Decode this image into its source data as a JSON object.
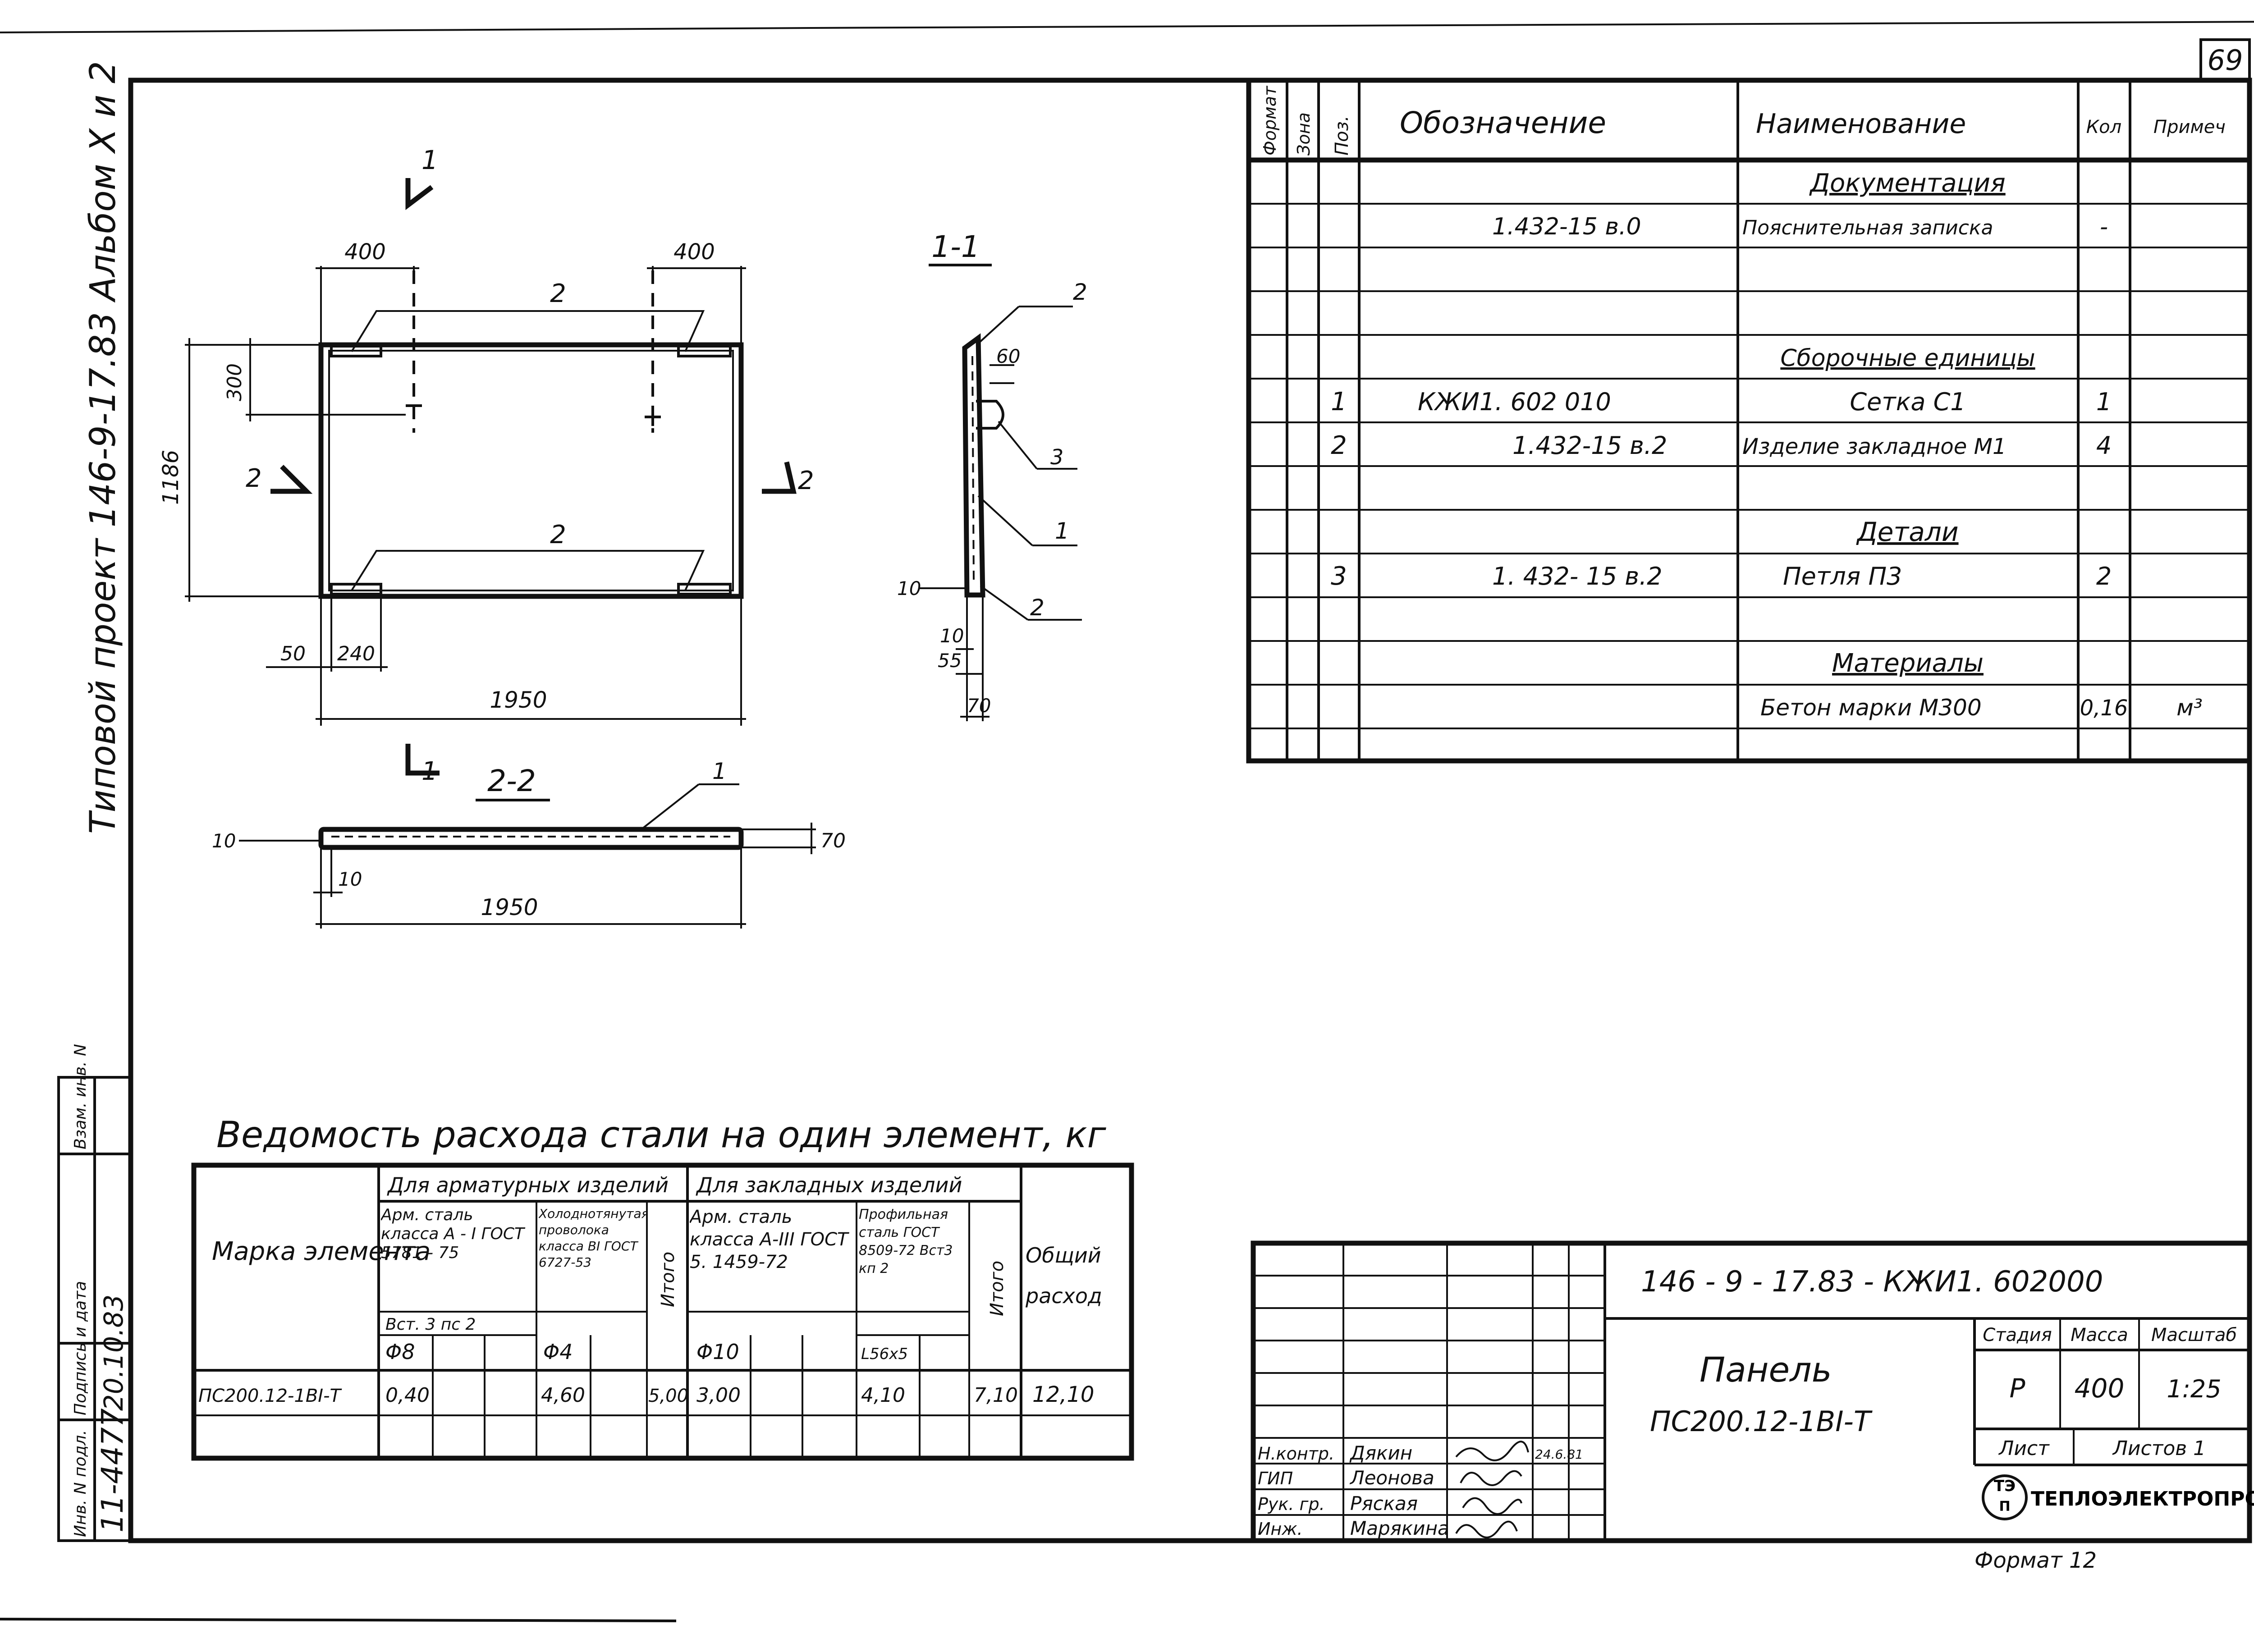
{
  "sheet": {
    "sheet_number": "69",
    "side_album": "Типовой проект 146-9-17.83 Альбом X и 2",
    "side_stamp": {
      "col1": "Инв. N подл.",
      "col2": "Подпись и дата",
      "col3": "Взам. инв. N",
      "inv_number": "11-4477",
      "sign_date": "20.10.83"
    },
    "format_note": "Формат 12"
  },
  "drawings": {
    "plan": {
      "section_mark_top": "1",
      "section_mark_bottom": "1",
      "section_mark_left": "2",
      "section_mark_right": "2",
      "dims": {
        "top_left": "400",
        "top_right": "400",
        "left_300": "300",
        "height": "1186",
        "bottom_50": "50",
        "bottom_240": "240",
        "width": "1950"
      },
      "callout_top": "2",
      "callout_bottom": "2"
    },
    "section_1_1": {
      "title": "1-1",
      "dims": {
        "d60": "60",
        "d10a": "10",
        "d10b": "10",
        "d55": "55",
        "d70": "70"
      },
      "callouts": [
        "2",
        "3",
        "1",
        "2"
      ]
    },
    "section_2_2": {
      "title": "2-2",
      "dims": {
        "left10": "10",
        "right70": "70",
        "bottom10": "10",
        "width": "1950"
      },
      "callout": "1"
    }
  },
  "spec": {
    "headers": {
      "format": "Формат",
      "zone": "Зона",
      "pos": "Поз.",
      "designation": "Обозначение",
      "name": "Наименование",
      "qty": "Кол",
      "note": "Примеч"
    },
    "rows": [
      {
        "pos": "",
        "designation": "",
        "name": "Документация",
        "qty": "",
        "note": "",
        "heading": true
      },
      {
        "pos": "",
        "designation": "1.432-15 в.0",
        "name": "Пояснительная записка",
        "qty": "-",
        "note": ""
      },
      {
        "pos": "",
        "designation": "",
        "name": "",
        "qty": "",
        "note": ""
      },
      {
        "pos": "",
        "designation": "",
        "name": "",
        "qty": "",
        "note": ""
      },
      {
        "pos": "",
        "designation": "",
        "name": "Сборочные единицы",
        "qty": "",
        "note": "",
        "heading": true
      },
      {
        "pos": "1",
        "designation": "КЖИ1. 602 010",
        "name": "Сетка С1",
        "qty": "1",
        "note": ""
      },
      {
        "pos": "2",
        "designation": "1.432-15 в.2",
        "name": "Изделие закладное М1",
        "qty": "4",
        "note": ""
      },
      {
        "pos": "",
        "designation": "",
        "name": "",
        "qty": "",
        "note": ""
      },
      {
        "pos": "",
        "designation": "",
        "name": "Детали",
        "qty": "",
        "note": "",
        "heading": true
      },
      {
        "pos": "3",
        "designation": "1. 432- 15 в.2",
        "name": "Петля П3",
        "qty": "2",
        "note": ""
      },
      {
        "pos": "",
        "designation": "",
        "name": "",
        "qty": "",
        "note": ""
      },
      {
        "pos": "",
        "designation": "",
        "name": "Материалы",
        "qty": "",
        "note": "",
        "heading": true
      },
      {
        "pos": "",
        "designation": "",
        "name": "Бетон марки М300",
        "qty": "0,16",
        "note": "м³"
      },
      {
        "pos": "",
        "designation": "",
        "name": "",
        "qty": "",
        "note": ""
      }
    ]
  },
  "steel": {
    "title": "Ведомость расхода стали на один элемент, кг",
    "col_mark": "Марка элемента",
    "group1": "Для арматурных изделий",
    "group2": "Для закладных изделий",
    "g1a": "Арм. сталь класса А - I ГОСТ 5781 - 75",
    "g1a_sub": "Вст. 3 пс 2",
    "g1b": "Холоднотянутая проволока класса ВI ГОСТ 6727-53",
    "g1_total": "Итого",
    "g2a": "Арм. сталь класса А-III ГОСТ 5. 1459-72",
    "g2b": "Профильная сталь ГОСТ 8509-72 Вст3 кп 2",
    "g2_total": "Итого",
    "general": "Общий расход",
    "d1": "Φ8",
    "d2": "Φ4",
    "d3": "Φ10",
    "d4": "L56x5",
    "row": {
      "mark": "ПС200.12-1ВI-Т",
      "v1": "0,40",
      "v2": "4,60",
      "t1": "5,00",
      "v3": "3,00",
      "v4": "4,10",
      "t2": "7,10",
      "total": "12,10"
    }
  },
  "stamp": {
    "code": "146 - 9 - 17.83 - КЖИ1. 602000",
    "title_line1": "Панель",
    "title_line2": "ПС200.12-1ВI-Т",
    "stage_label": "Стадия",
    "mass_label": "Масса",
    "scale_label": "Масштаб",
    "stage": "Р",
    "mass": "400",
    "scale": "1:25",
    "sheet_label": "Лист",
    "sheets_label": "Листов 1",
    "company": "ТЕПЛОЭЛЕКТРОПРОЕКТ",
    "people": [
      {
        "role": "Н.контр.",
        "name": "Дякин",
        "date": "24.6.81"
      },
      {
        "role": "ГИП",
        "name": "Леонова",
        "date": ""
      },
      {
        "role": "Рук. гр.",
        "name": "Ряская",
        "date": ""
      },
      {
        "role": "Инж.",
        "name": "Марякина",
        "date": ""
      }
    ]
  }
}
